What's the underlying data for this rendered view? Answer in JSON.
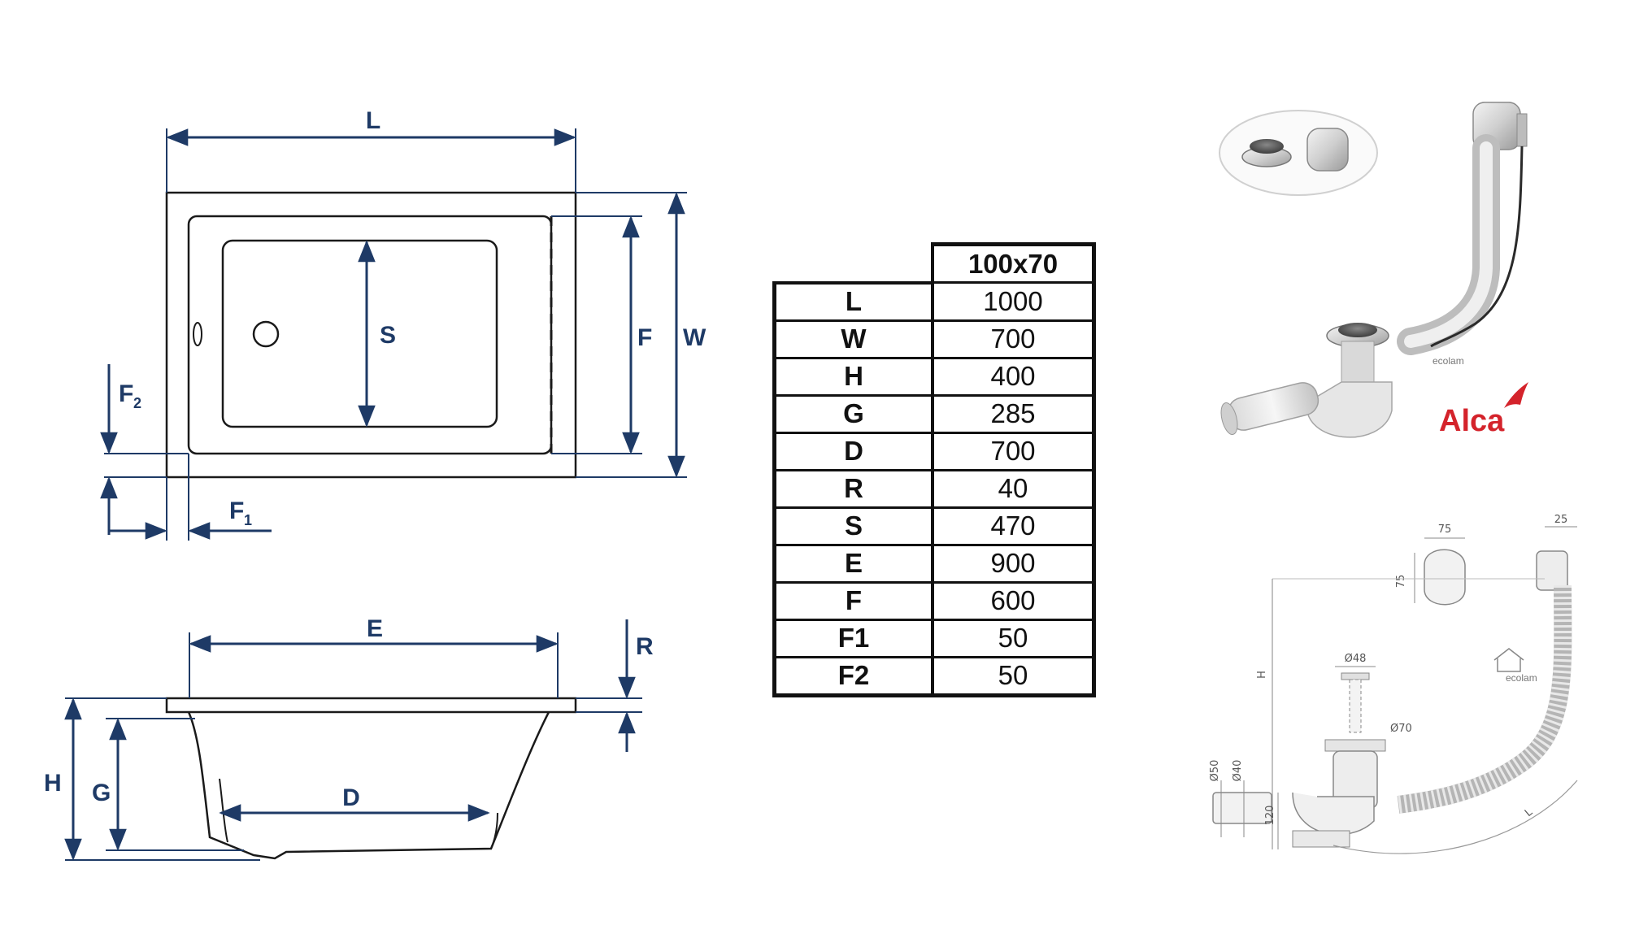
{
  "top_view": {
    "labels": {
      "L": "L",
      "S": "S",
      "F": "F",
      "W": "W",
      "F2_main": "F",
      "F2_sub": "2",
      "F1_main": "F",
      "F1_sub": "1"
    }
  },
  "side_view": {
    "labels": {
      "E": "E",
      "R": "R",
      "H": "H",
      "G": "G",
      "D": "D"
    }
  },
  "spec_table": {
    "header": "100x70",
    "rows": [
      {
        "key": "L",
        "value": "1000"
      },
      {
        "key": "W",
        "value": "700"
      },
      {
        "key": "H",
        "value": "400"
      },
      {
        "key": "G",
        "value": "285"
      },
      {
        "key": "D",
        "value": "700"
      },
      {
        "key": "R",
        "value": "40"
      },
      {
        "key": "S",
        "value": "470"
      },
      {
        "key": "E",
        "value": "900"
      },
      {
        "key": "F",
        "value": "600"
      },
      {
        "key": "F1",
        "value": "50"
      },
      {
        "key": "F2",
        "value": "50"
      }
    ]
  },
  "product": {
    "brand": "Alca",
    "watermark": "ecolam"
  },
  "technical_drawing": {
    "labels": {
      "width_75": "75",
      "height_75": "75",
      "depth_25": "25",
      "dia_48": "Ø48",
      "dia_70": "Ø70",
      "dia_50": "Ø50",
      "dia_40": "Ø40",
      "height_120": "120",
      "H": "H",
      "L": "L"
    }
  },
  "colors": {
    "dimension_blue": "#1e3a66",
    "outline": "#1a1a1a",
    "brand_red": "#d4232b"
  }
}
